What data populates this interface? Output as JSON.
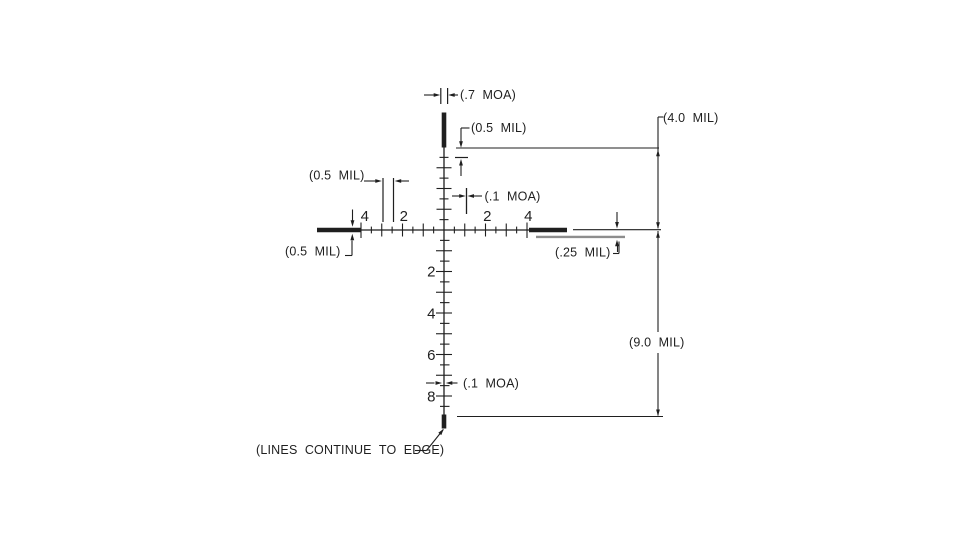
{
  "annotations": {
    "post_width_moa": "(.7  MOA)",
    "post_gap_top": "(0.5  MIL)",
    "upper_height": "(4.0  MIL)",
    "tick_spacing": "(0.5  MIL)",
    "line_width_center": "(.1  MOA)",
    "post_thickness_left": "(0.5  MIL)",
    "post_offset_right": "(.25  MIL)",
    "lower_height": "(9.0  MIL)",
    "line_width_bottom": "(.1  MOA)",
    "edge_note": "(LINES  CONTINUE  TO  EDGE)"
  },
  "hash_numbers": {
    "left": [
      "4",
      "2"
    ],
    "right": [
      "2",
      "4"
    ],
    "down": [
      "2",
      "4",
      "6",
      "8"
    ]
  },
  "colors": {
    "ink": "#1f1f1f",
    "reference_gray": "#8d8d8d",
    "background": "#ffffff"
  }
}
